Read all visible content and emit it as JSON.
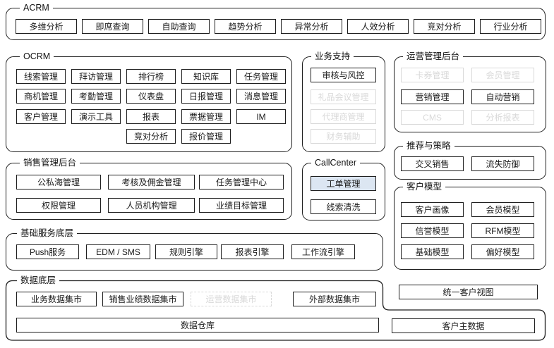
{
  "colors": {
    "background": "#ffffff",
    "box_border": "#1f1f1f",
    "disabled_gray": "#d9d9d9",
    "highlight_fill": "#dce6f2"
  },
  "sections": {
    "acrm": {
      "title": "ACRM",
      "items": [
        {
          "label": "多维分析",
          "state": "normal"
        },
        {
          "label": "即席查询",
          "state": "normal"
        },
        {
          "label": "自助查询",
          "state": "normal"
        },
        {
          "label": "趋势分析",
          "state": "normal"
        },
        {
          "label": "异常分析",
          "state": "normal"
        },
        {
          "label": "人效分析",
          "state": "normal"
        },
        {
          "label": "竞对分析",
          "state": "normal"
        },
        {
          "label": "行业分析",
          "state": "normal"
        }
      ]
    },
    "ocrm": {
      "title": "OCRM",
      "items": [
        {
          "label": "线索管理",
          "state": "normal"
        },
        {
          "label": "拜访管理",
          "state": "normal"
        },
        {
          "label": "排行榜",
          "state": "normal"
        },
        {
          "label": "知识库",
          "state": "normal"
        },
        {
          "label": "任务管理",
          "state": "normal"
        },
        {
          "label": "商机管理",
          "state": "normal"
        },
        {
          "label": "考勤管理",
          "state": "normal"
        },
        {
          "label": "仪表盘",
          "state": "normal"
        },
        {
          "label": "日报管理",
          "state": "normal"
        },
        {
          "label": "消息管理",
          "state": "normal"
        },
        {
          "label": "客户管理",
          "state": "normal"
        },
        {
          "label": "演示工具",
          "state": "normal"
        },
        {
          "label": "报表",
          "state": "normal"
        },
        {
          "label": "票据管理",
          "state": "normal"
        },
        {
          "label": "IM",
          "state": "normal"
        },
        {
          "label": "竞对分析",
          "state": "normal"
        },
        {
          "label": "报价管理",
          "state": "normal"
        }
      ]
    },
    "biz_support": {
      "title": "业务支持",
      "items": [
        {
          "label": "审核与风控",
          "state": "normal"
        },
        {
          "label": "礼品会议管理",
          "state": "disabled"
        },
        {
          "label": "代理商管理",
          "state": "disabled"
        },
        {
          "label": "财务辅助",
          "state": "disabled"
        }
      ]
    },
    "ops_admin": {
      "title": "运营管理后台",
      "items": [
        {
          "label": "卡券管理",
          "state": "disabled"
        },
        {
          "label": "会员管理",
          "state": "disabled"
        },
        {
          "label": "营销管理",
          "state": "normal"
        },
        {
          "label": "自动营销",
          "state": "normal"
        },
        {
          "label": "CMS",
          "state": "disabled"
        },
        {
          "label": "分析报表",
          "state": "disabled"
        }
      ]
    },
    "sales_admin": {
      "title": "销售管理后台",
      "items": [
        {
          "label": "公私海管理",
          "state": "normal"
        },
        {
          "label": "考核及佣金管理",
          "state": "normal"
        },
        {
          "label": "任务管理中心",
          "state": "normal"
        },
        {
          "label": "权限管理",
          "state": "normal"
        },
        {
          "label": "人员机构管理",
          "state": "normal"
        },
        {
          "label": "业绩目标管理",
          "state": "normal"
        }
      ]
    },
    "callcenter": {
      "title": "CallCenter",
      "items": [
        {
          "label": "工单管理",
          "state": "highlighted"
        },
        {
          "label": "线索清洗",
          "state": "normal"
        }
      ]
    },
    "reco_strategy": {
      "title": "推荐与策略",
      "items": [
        {
          "label": "交叉销售",
          "state": "normal"
        },
        {
          "label": "流失防御",
          "state": "normal"
        }
      ]
    },
    "customer_model": {
      "title": "客户模型",
      "items": [
        {
          "label": "客户画像",
          "state": "normal"
        },
        {
          "label": "会员模型",
          "state": "normal"
        },
        {
          "label": "信誉模型",
          "state": "normal"
        },
        {
          "label": "RFM模型",
          "state": "normal"
        },
        {
          "label": "基础模型",
          "state": "normal"
        },
        {
          "label": "偏好模型",
          "state": "normal"
        }
      ]
    },
    "base_services": {
      "title": "基础服务底层",
      "items": [
        {
          "label": "Push服务",
          "state": "normal"
        },
        {
          "label": "EDM / SMS",
          "state": "normal"
        },
        {
          "label": "规则引擎",
          "state": "normal"
        },
        {
          "label": "报表引擎",
          "state": "normal"
        },
        {
          "label": "工作流引擎",
          "state": "normal"
        }
      ]
    },
    "data_layer": {
      "title": "数据底层",
      "items": [
        {
          "label": "业务数据集市",
          "state": "normal"
        },
        {
          "label": "销售业绩数据集市",
          "state": "normal"
        },
        {
          "label": "运营数据集市",
          "state": "disabled"
        },
        {
          "label": "外部数据集市",
          "state": "normal"
        },
        {
          "label": "数据仓库",
          "state": "normal"
        }
      ]
    },
    "standalone": {
      "unified_customer_view": {
        "label": "统一客户视图",
        "state": "normal"
      },
      "customer_master_data": {
        "label": "客户主数据",
        "state": "normal"
      }
    }
  }
}
